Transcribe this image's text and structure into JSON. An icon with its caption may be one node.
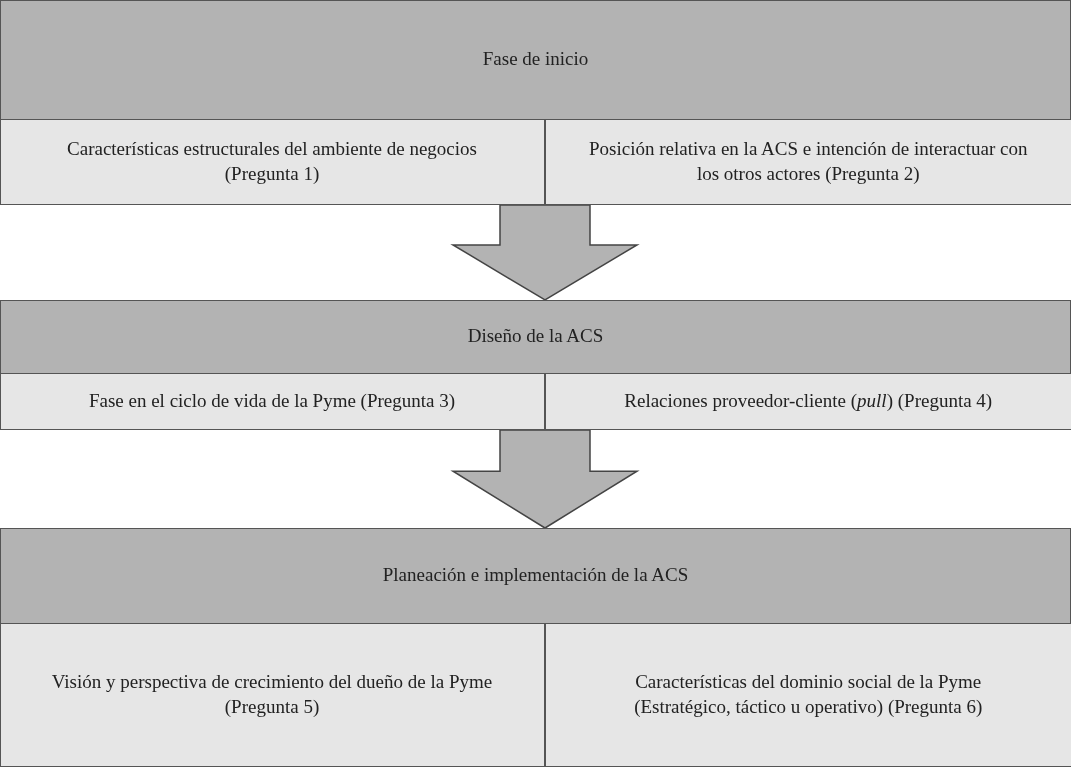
{
  "diagram": {
    "nodes": [
      {
        "text": [
          "Fase de inicio"
        ]
      },
      {
        "text": [
          "Características estructurales del ambiente de negocios (Pregunta 1)"
        ],
        "in": 0
      },
      {
        "text": [
          "Posición relativa en la ACS e intención de interactuar con los otros actores (Pregunta 2)"
        ],
        "in": 0
      },
      {
        "text": [
          "Diseño de la ACS"
        ]
      },
      {
        "text": [
          "Fase en el ciclo de vida de la Pyme (Pregunta 3)"
        ],
        "in": 3
      },
      {
        "text": [
          "Relaciones proveedor-cliente (*pull*) (Pregunta 4)"
        ],
        "in": 3
      },
      {
        "text": [
          "Planeación e implementación de la ACS"
        ]
      },
      {
        "text": [
          "Visión y perspectiva de crecimiento del dueño de la Pyme (Pregunta 5)"
        ],
        "in": 6
      },
      {
        "text": [
          "Características del dominio social de la Pyme (Estratégico, táctico u operativo) (Pregunta 6)"
        ],
        "in": 6
      }
    ],
    "edges": [
      {
        "from": 0,
        "to": 3,
        "arrow": "to"
      },
      {
        "from": 3,
        "to": 6,
        "arrow": "to"
      }
    ]
  }
}
